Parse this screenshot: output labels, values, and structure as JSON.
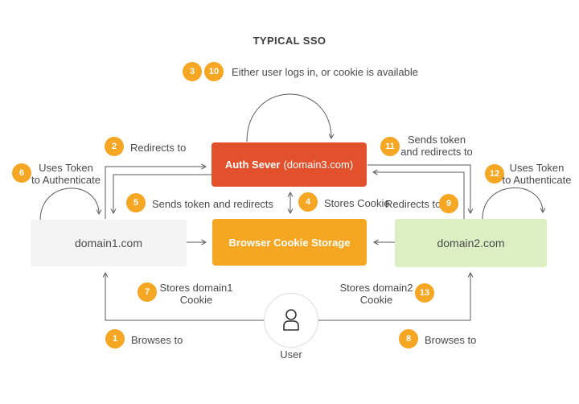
{
  "title": "TYPICAL SSO",
  "colors": {
    "auth_server_red": "#E3502C",
    "accent_orange": "#F5A623",
    "domain2_green": "#DBEFC3",
    "domain1_gray": "#F4F4F4",
    "text_gray": "#4a4a4a"
  },
  "nodes": {
    "auth_server": {
      "name": "Auth Sever",
      "domain": "(domain3.com)"
    },
    "cookie_storage": {
      "label": "Browser Cookie Storage"
    },
    "domain1": {
      "label": "domain1.com"
    },
    "domain2": {
      "label": "domain2.com"
    },
    "user": {
      "label": "User",
      "icon": "user-icon"
    }
  },
  "annotations": {
    "login": {
      "num1": "3",
      "num2": "10",
      "text": "Either user logs in, or cookie is available"
    },
    "redirects_to_left": {
      "num": "2",
      "text": "Redirects to"
    },
    "sends_token_redirects_to": {
      "num": "11",
      "line1": "Sends token",
      "line2": "and redirects to"
    },
    "uses_token_left": {
      "num": "6",
      "line1": "Uses Token",
      "line2": "to Authenticate"
    },
    "uses_token_right": {
      "num": "12",
      "line1": "Uses Token",
      "line2": "to Authenticate"
    },
    "sends_token_redirects": {
      "num": "5",
      "text": "Sends token and redirects"
    },
    "stores_cookie": {
      "num": "4",
      "text": "Stores Cookie"
    },
    "redirects_to_right": {
      "num": "9",
      "text": "Redirects to"
    },
    "stores_domain1": {
      "num": "7",
      "line1": "Stores domain1",
      "line2": "Cookie"
    },
    "stores_domain2": {
      "num": "13",
      "line1": "Stores domain2",
      "line2": "Cookie"
    },
    "browses_to_left": {
      "num": "1",
      "text": "Browses to"
    },
    "browses_to_right": {
      "num": "8",
      "text": "Browses to"
    }
  }
}
